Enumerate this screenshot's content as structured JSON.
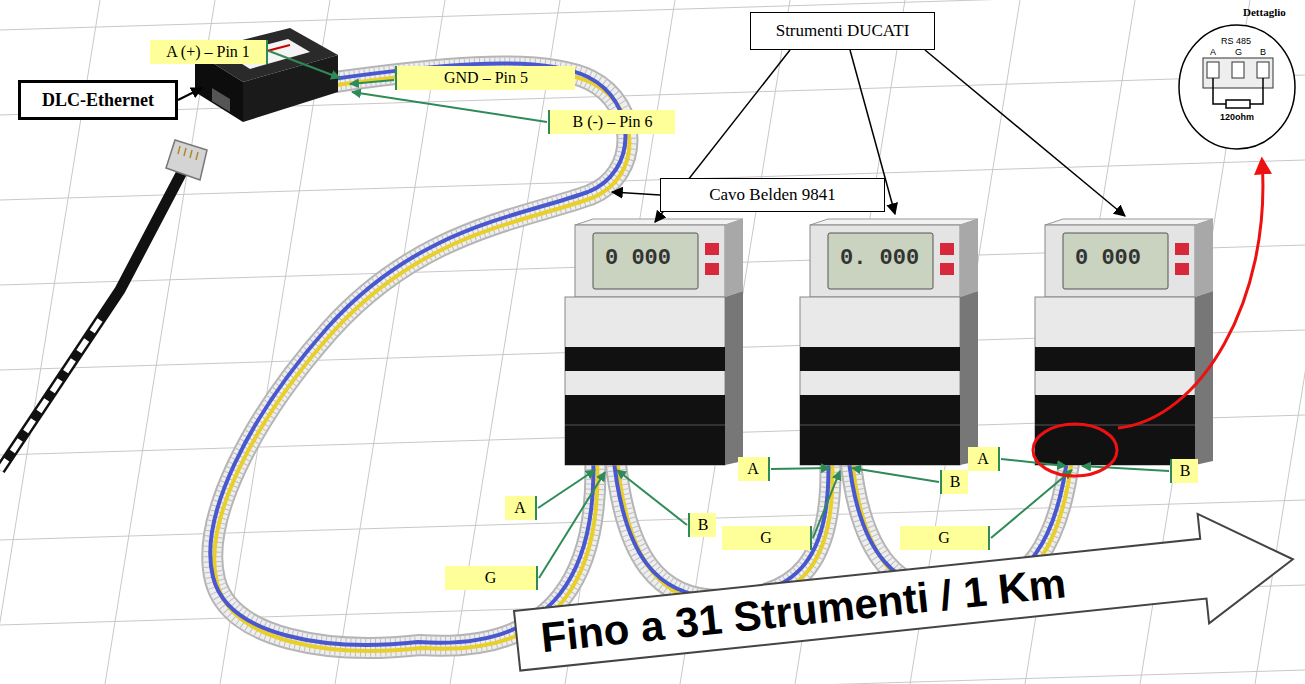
{
  "diagram": {
    "nodes": [
      {
        "text": [
          "DLC-Ethernet"
        ]
      },
      {
        "text": [
          "Strumenti DUCATI"
        ]
      },
      {
        "text": [
          "Cavo Belden 9841"
        ]
      },
      {
        "text": [
          "Dettaglio"
        ]
      },
      {
        "text": [
          "Fino a 31 Strumenti / 1 Km"
        ]
      }
    ],
    "labels": [
      "A (+) – Pin 1",
      "GND – Pin 5",
      "B (-) – Pin 6",
      "RS 485",
      "A",
      "G",
      "B",
      "120ohm",
      "0 000",
      "0. 000",
      "0 000",
      "A",
      "B",
      "G",
      "A",
      "B",
      "G",
      "A",
      "B",
      "G"
    ]
  }
}
